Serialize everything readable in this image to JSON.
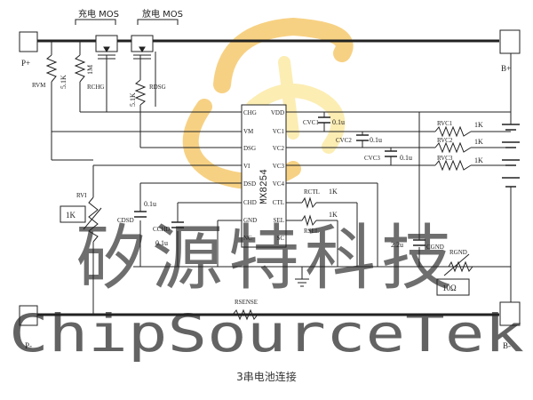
{
  "labels": {
    "charge_mos": "充电 MOS",
    "discharge_mos": "放电 MOS",
    "p_plus": "P+",
    "p_minus": "P-",
    "b_plus": "B+",
    "b_minus": "B-",
    "r_vm": "RVM",
    "r_vm_val": "5.1K",
    "r_chg": "RCHG",
    "r_chg_val": "1M",
    "r_dsg": "RDSG",
    "r_dsg_val": "5.1K",
    "r_sense": "RSENSE",
    "r_vi": "RVI",
    "r_vi_val": "1K",
    "c_dsd": "CDSD",
    "c_dsd_val": "0.1u",
    "c_chd": "CCHD",
    "c_chd_val": "0.1u",
    "r_ctl": "RCTL",
    "r_ctl_val": "1K",
    "r_sel": "RSEL",
    "r_sel_val": "1K",
    "c_vc1": "CVC1",
    "c_vc1_val": "0.1u",
    "c_vc2": "CVC2",
    "c_vc2_val": "0.1u",
    "c_vc3": "CVC3",
    "c_vc3_val": "0.1u",
    "r_vc1": "RVC1",
    "r_vc1_val": "1K",
    "r_vc2": "RVC2",
    "r_vc2_val": "1K",
    "r_vc3": "RVC3",
    "r_vc3_val": "1K",
    "c_gnd": "CGND",
    "c_gnd_val": "2.2u",
    "r_gnd": "RGND",
    "r_gnd_val": "10Ω"
  },
  "chip": {
    "name": "MX8254",
    "pins_left": [
      "CHG",
      "VM",
      "DSG",
      "VI",
      "DSD",
      "CHD",
      "GND",
      "NC"
    ],
    "pins_right": [
      "VDD",
      "VC1",
      "VC2",
      "VC3",
      "VC4",
      "CTL",
      "SEL",
      "SC"
    ]
  },
  "watermark": {
    "cn": "矽源特科技",
    "en": "ChipSourceTek"
  },
  "caption": "3串电池连接",
  "colors": {
    "line": "#222222",
    "watermark_cn": "#b8b8b8",
    "watermark_en": "#c4c4c4",
    "logo_orange": "#f5c25a",
    "logo_yellow": "#fbe79a"
  }
}
